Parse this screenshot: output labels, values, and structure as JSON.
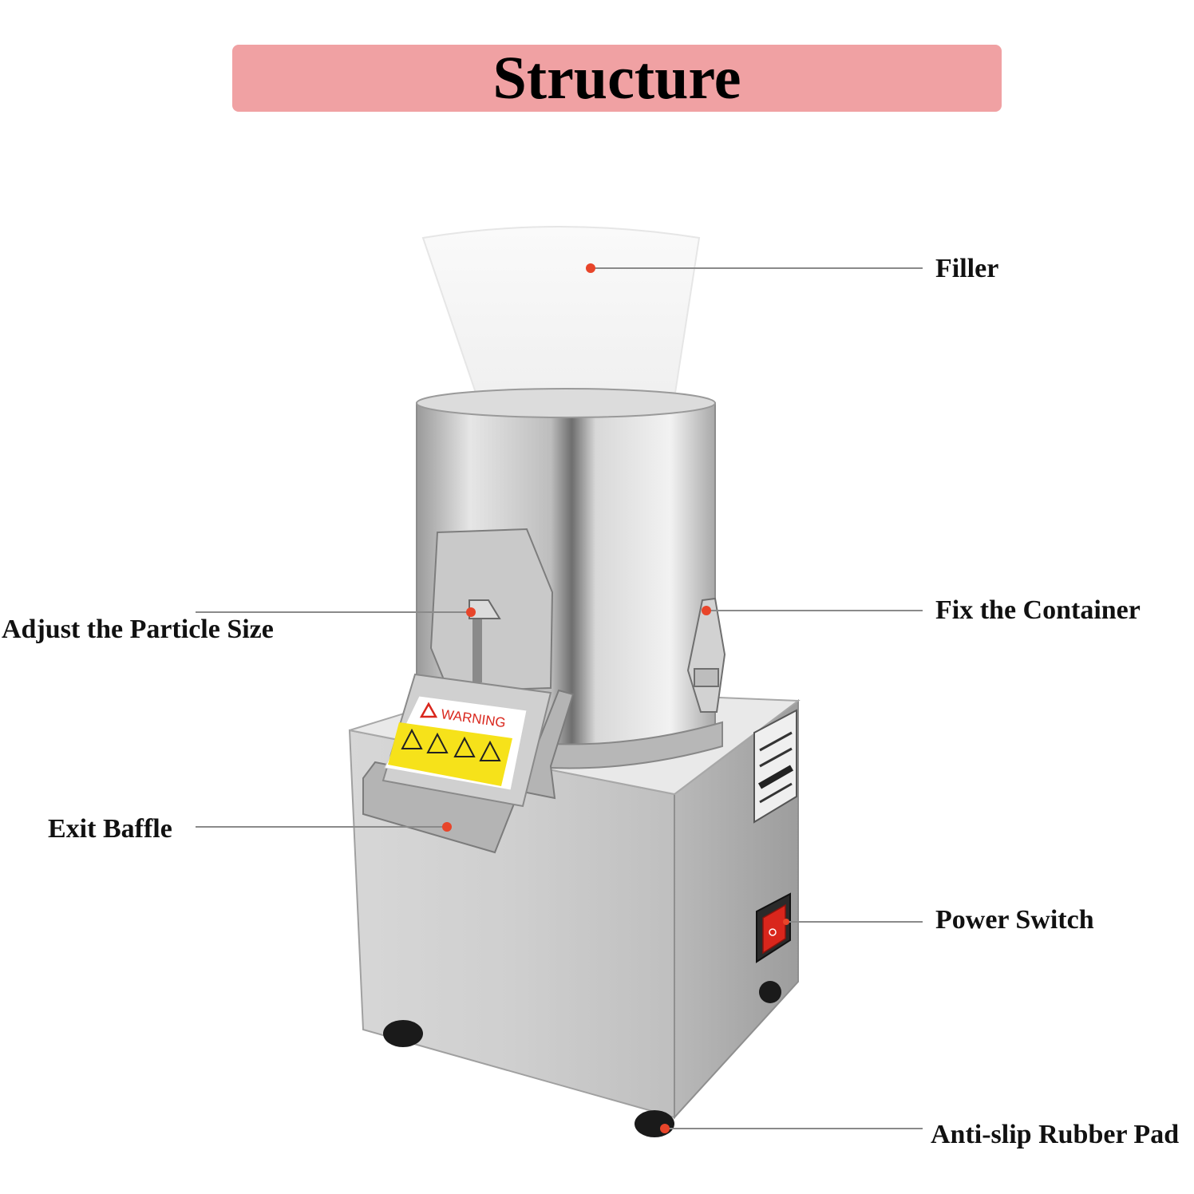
{
  "header": {
    "title": "Structure",
    "banner_color": "#f0a1a3"
  },
  "colors": {
    "dot": "#e8452a",
    "leader_line": "#8a8a8a",
    "steel": "#c8c8c8",
    "warning_yellow": "#f6e21a",
    "switch_red": "#d9261c"
  },
  "callouts": [
    {
      "key": "filler",
      "label": "Filler"
    },
    {
      "key": "fix_container",
      "label": "Fix the Container"
    },
    {
      "key": "adjust_particle",
      "label": "Adjust the Particle Size"
    },
    {
      "key": "exit_baffle",
      "label": "Exit Baffle"
    },
    {
      "key": "power_switch",
      "label": "Power Switch"
    },
    {
      "key": "rubber_pad",
      "label": "Anti-slip Rubber Pad"
    }
  ],
  "machine": {
    "warning_label": "WARNING"
  }
}
